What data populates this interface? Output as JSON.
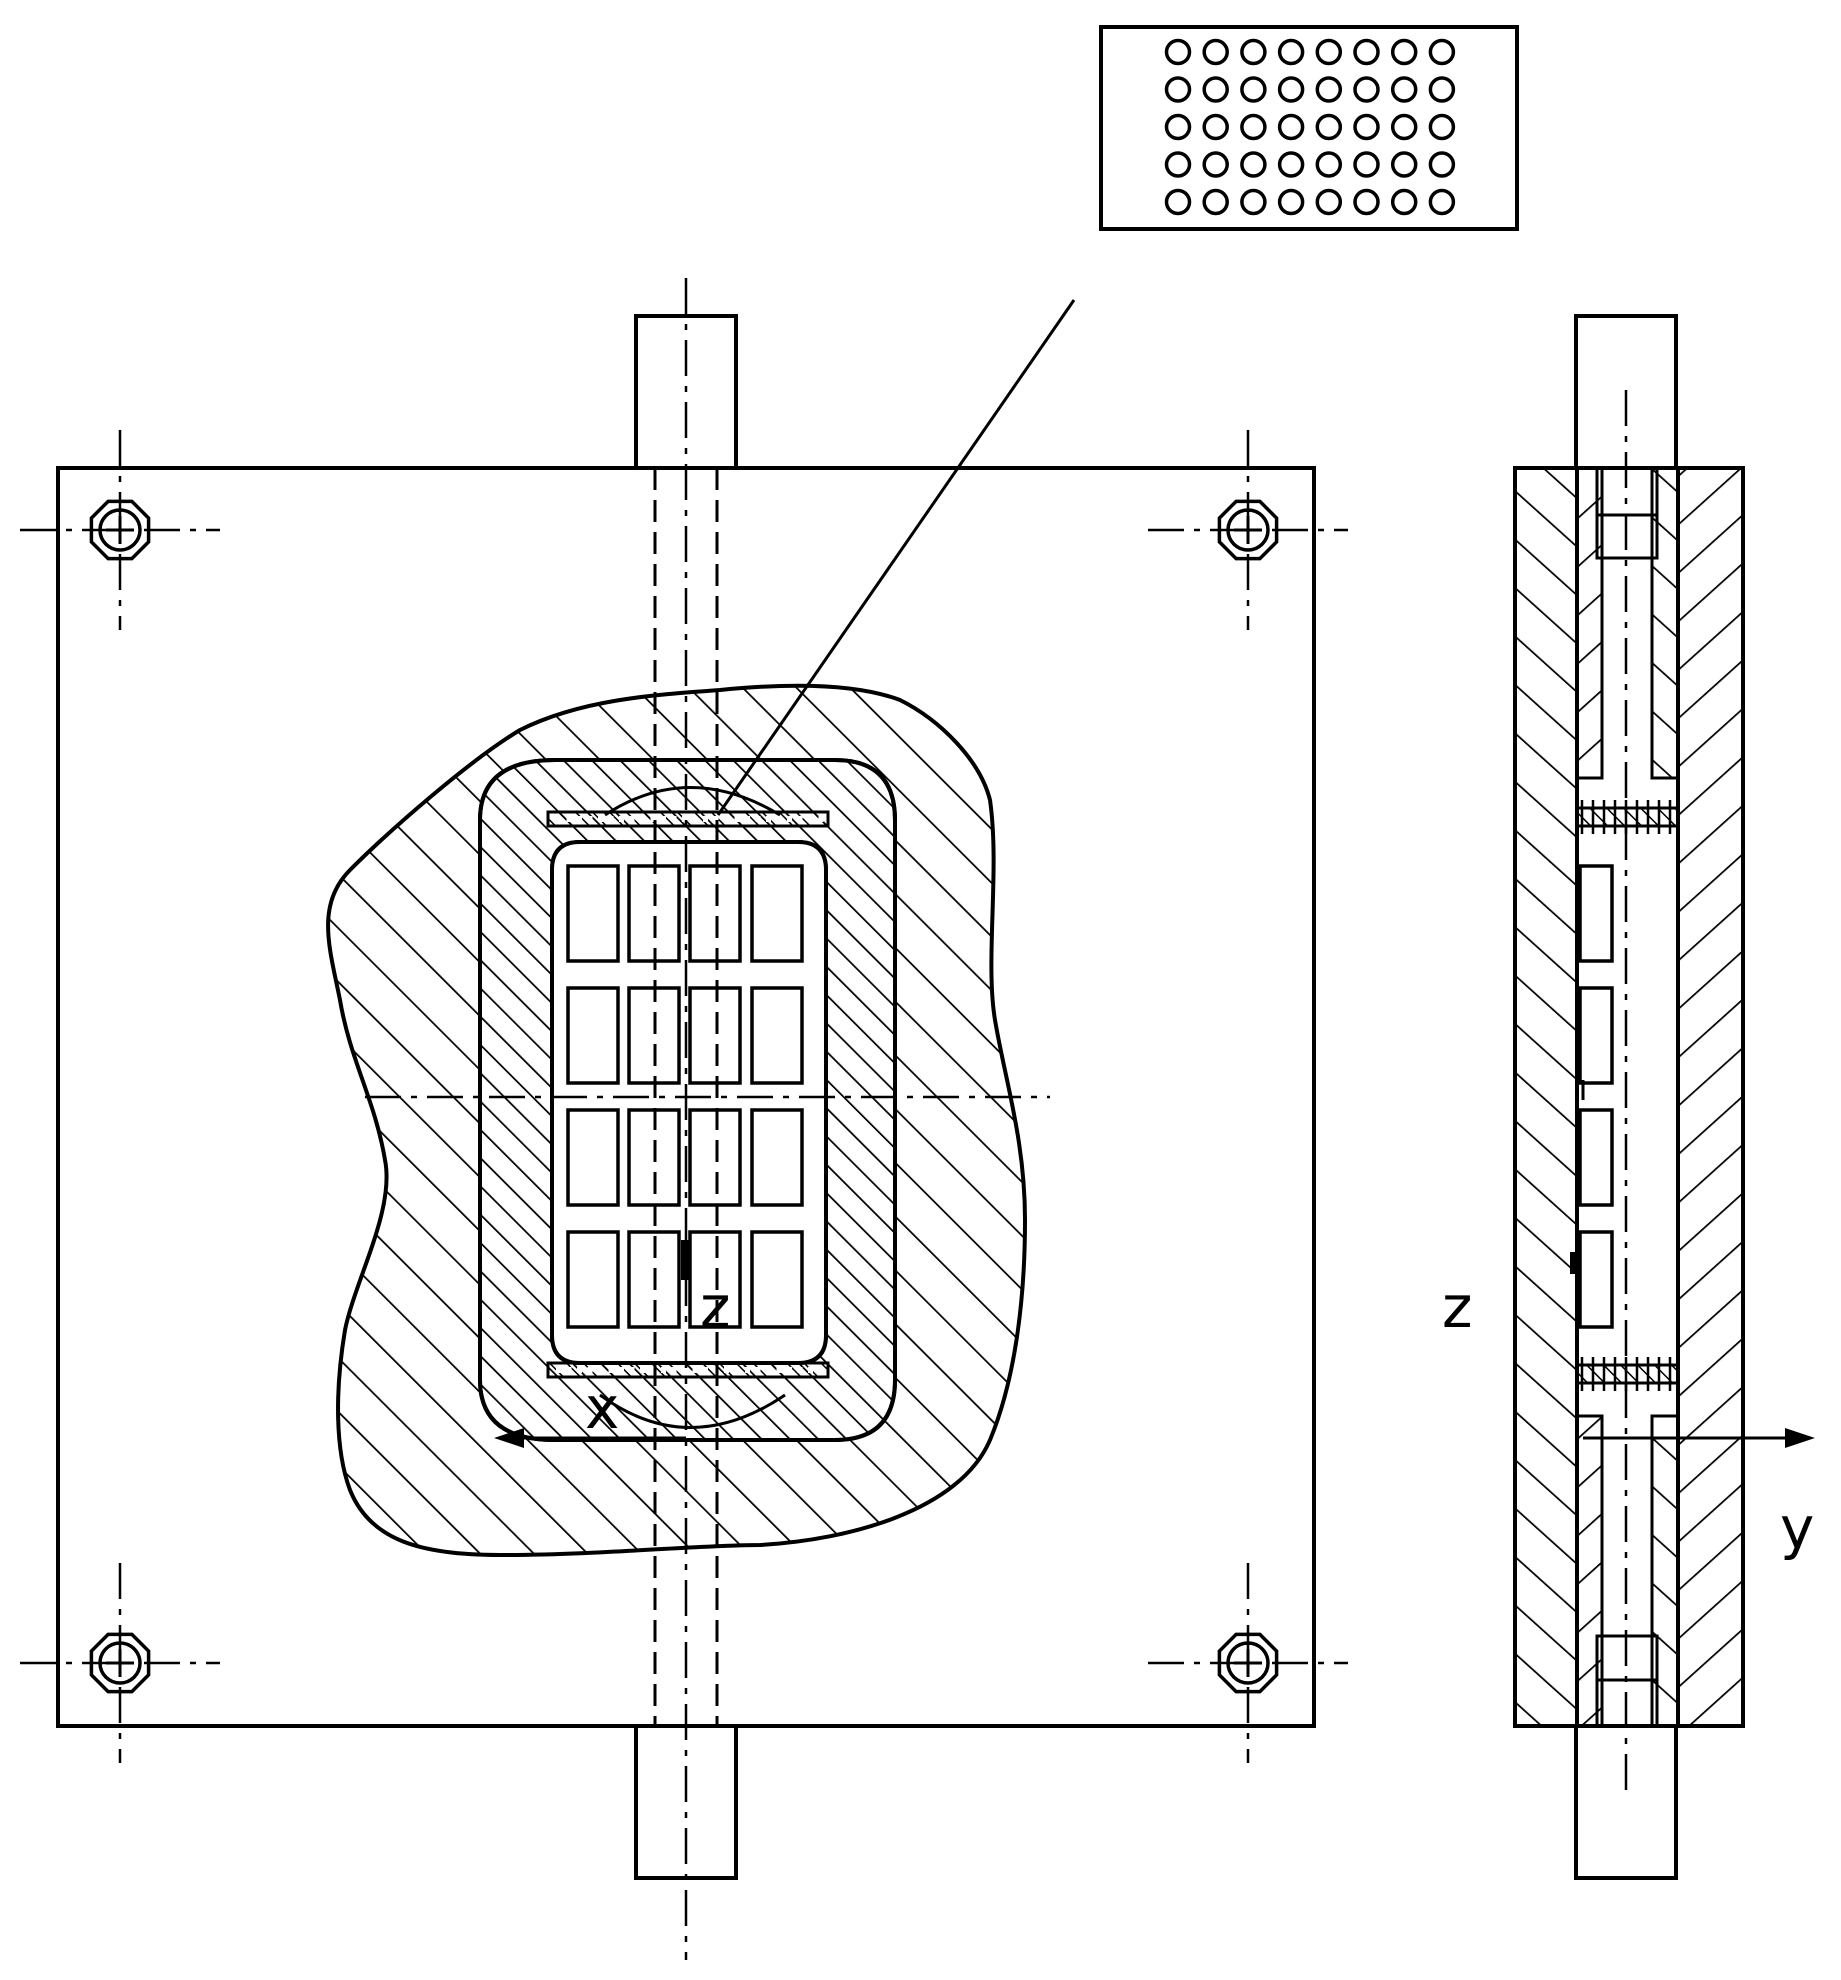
{
  "labels": {
    "front_z": "z",
    "front_x": "x",
    "side_z": "z",
    "side_y": "y"
  },
  "detail": {
    "hole_rows": 5,
    "hole_cols": 8
  },
  "cells": {
    "rows": 4,
    "cols": 4
  },
  "colors": {
    "line": "#000000",
    "background": "#ffffff"
  }
}
